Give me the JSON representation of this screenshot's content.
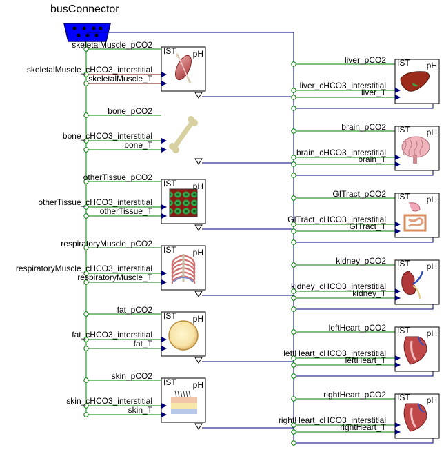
{
  "title": "busConnector",
  "port_labels": {
    "ist": "IST",
    "ph": "pH"
  },
  "left_blocks": [
    {
      "name": "skeletalMuscle",
      "pco2": "skeletalMuscle_pCO2",
      "hco3": "skeletalMuscle_cHCO3_interstitial",
      "temp": "skeletalMuscle_T",
      "icon": "muscle-icon",
      "show_ports": true,
      "has_box": true
    },
    {
      "name": "bone",
      "pco2": "bone_pCO2",
      "hco3": "bone_cHCO3_interstitial",
      "temp": "bone_T",
      "icon": "bone-icon",
      "show_ports": false,
      "has_box": false
    },
    {
      "name": "otherTissue",
      "pco2": "otherTissue_pCO2",
      "hco3": "otherTissue_cHCO3_interstitial",
      "temp": "otherTissue_T",
      "icon": "tissue-cells-icon",
      "show_ports": true,
      "has_box": true
    },
    {
      "name": "respiratoryMuscle",
      "pco2": "respiratoryMuscle_pCO2",
      "hco3": "respiratoryMuscle_cHCO3_interstitial",
      "temp": "respiratoryMuscle_T",
      "icon": "ribcage-icon",
      "show_ports": true,
      "has_box": true
    },
    {
      "name": "fat",
      "pco2": "fat_pCO2",
      "hco3": "fat_cHCO3_interstitial",
      "temp": "fat_T",
      "icon": "fat-cell-icon",
      "show_ports": true,
      "has_box": true
    },
    {
      "name": "skin",
      "pco2": "skin_pCO2",
      "hco3": "skin_cHCO3_interstitial",
      "temp": "skin_T",
      "icon": "skin-layers-icon",
      "show_ports": true,
      "has_box": true
    }
  ],
  "right_blocks": [
    {
      "name": "liver",
      "pco2": "liver_pCO2",
      "hco3": "liver_cHCO3_interstitial",
      "temp": "liver_T",
      "icon": "liver-icon"
    },
    {
      "name": "brain",
      "pco2": "brain_pCO2",
      "hco3": "brain_cHCO3_interstitial",
      "temp": "brain_T",
      "icon": "brain-icon"
    },
    {
      "name": "GITract",
      "pco2": "GITract_pCO2",
      "hco3": "GITract_cHCO3_interstitial",
      "temp": "GITract_T",
      "icon": "intestine-icon"
    },
    {
      "name": "kidney",
      "pco2": "kidney_pCO2",
      "hco3": "kidney_cHCO3_interstitial",
      "temp": "kidney_T",
      "icon": "kidney-icon"
    },
    {
      "name": "leftHeart",
      "pco2": "leftHeart_pCO2",
      "hco3": "leftHeart_cHCO3_interstitial",
      "temp": "leftHeart_T",
      "icon": "heart-icon"
    },
    {
      "name": "rightHeart",
      "pco2": "rightHeart_pCO2",
      "hco3": "rightHeart_cHCO3_interstitial",
      "temp": "rightHeart_T",
      "icon": "heart-icon"
    }
  ],
  "colors": {
    "bus_connector": "#0000ff",
    "signal_wire": "#007f00",
    "output_wire": "#00007f",
    "muscle_wire": "#7f0000"
  }
}
